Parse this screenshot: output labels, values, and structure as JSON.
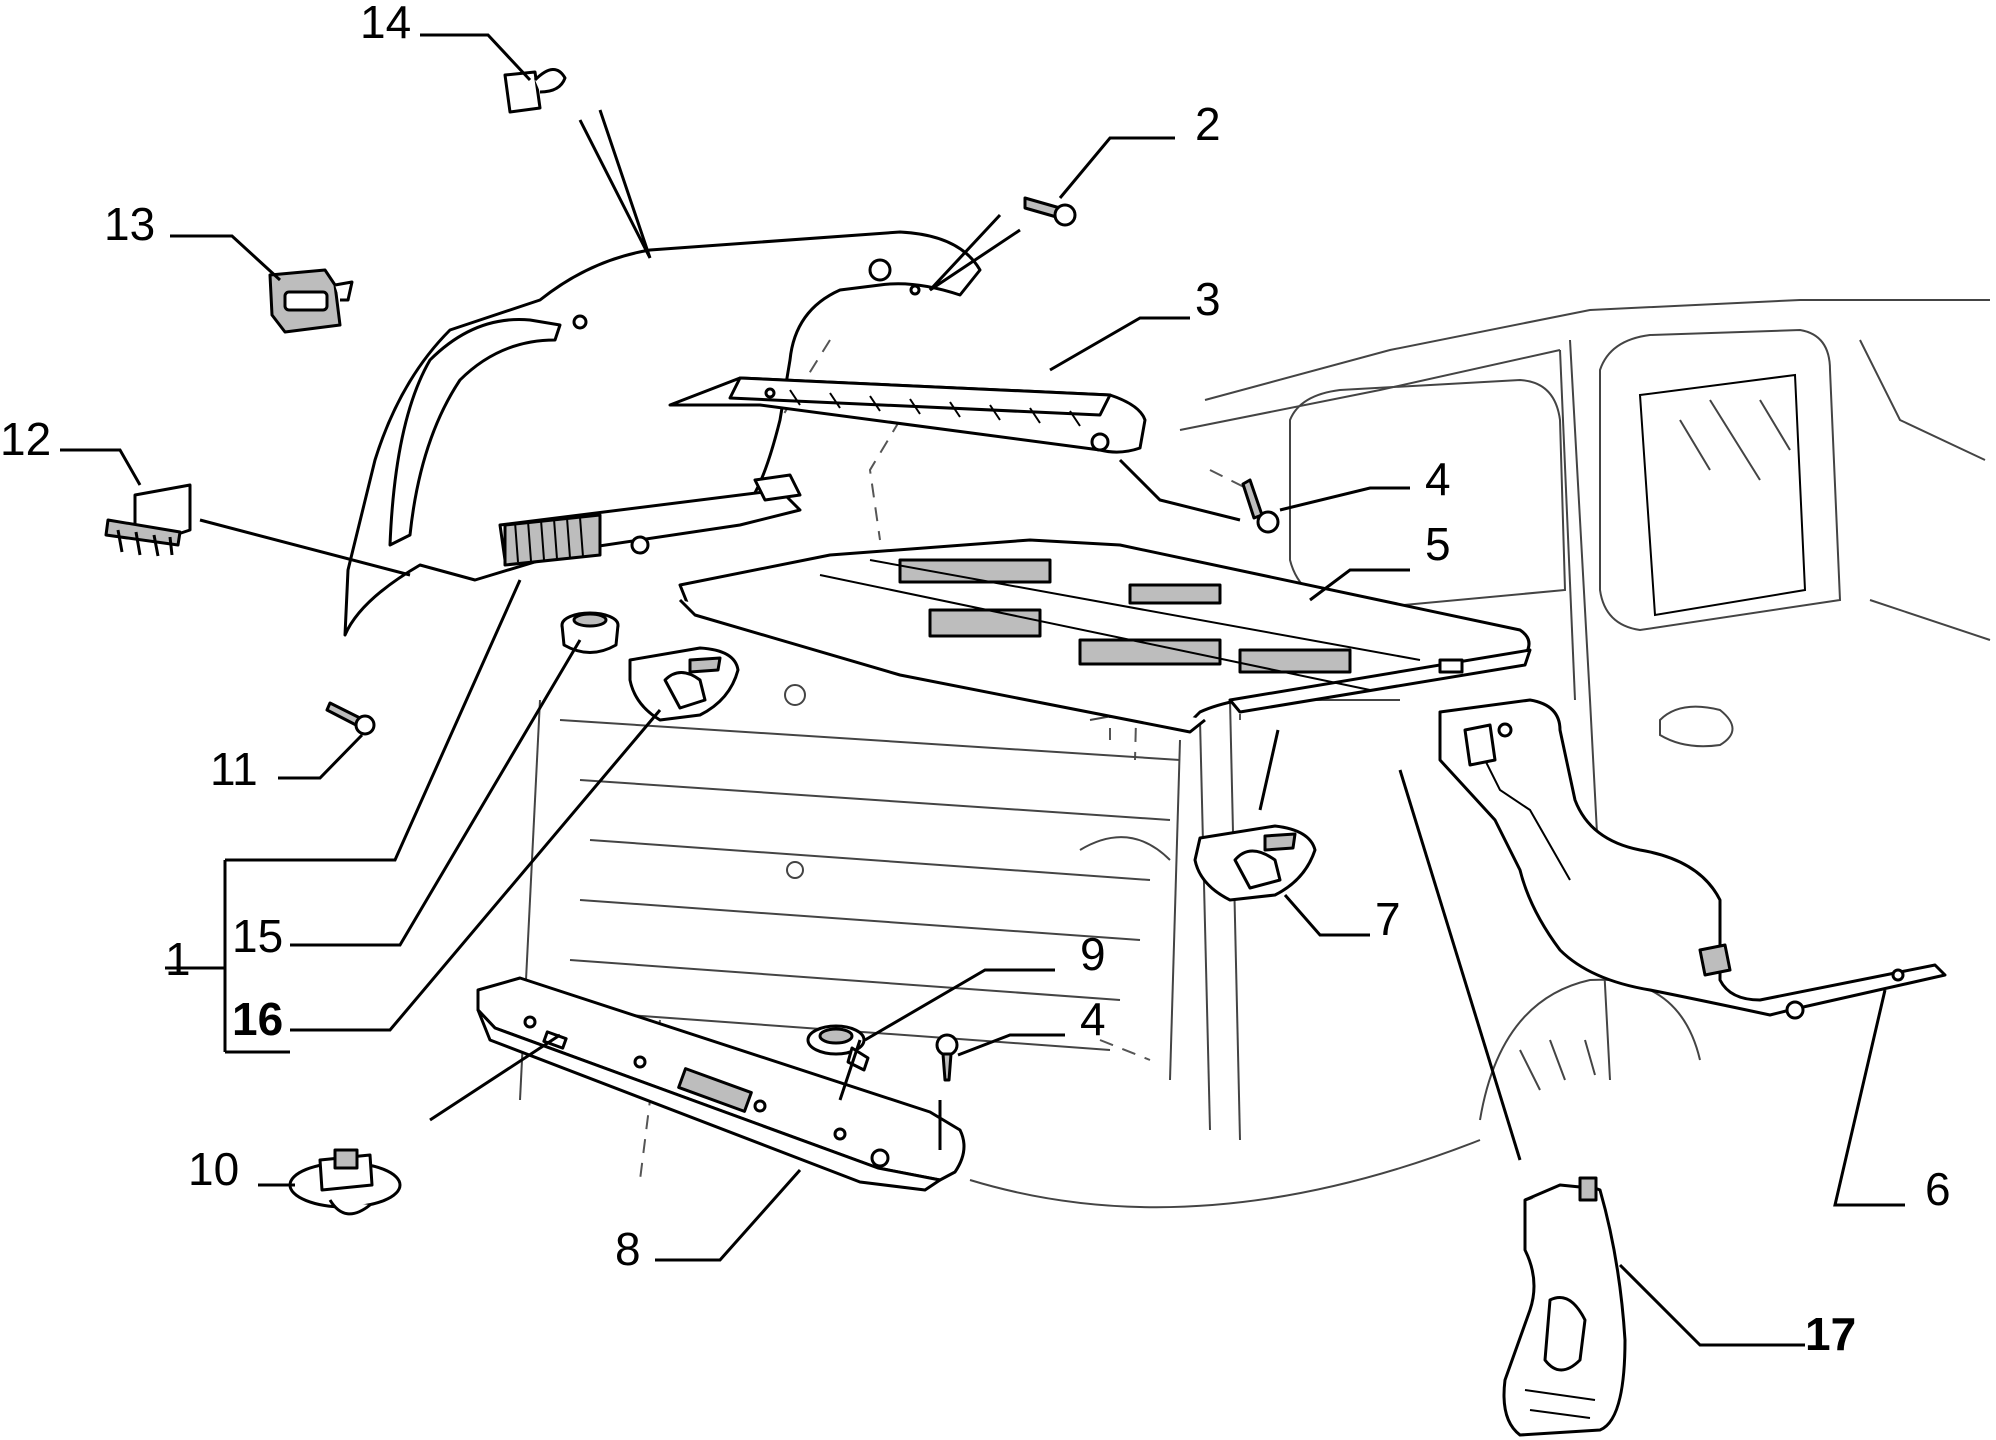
{
  "callouts": [
    {
      "id": "p1",
      "label": "1",
      "bold": false
    },
    {
      "id": "p2",
      "label": "2",
      "bold": false
    },
    {
      "id": "p3",
      "label": "3",
      "bold": false
    },
    {
      "id": "p4a",
      "label": "4",
      "bold": false
    },
    {
      "id": "p4b",
      "label": "4",
      "bold": false
    },
    {
      "id": "p5",
      "label": "5",
      "bold": false
    },
    {
      "id": "p6",
      "label": "6",
      "bold": false
    },
    {
      "id": "p7",
      "label": "7",
      "bold": false
    },
    {
      "id": "p8",
      "label": "8",
      "bold": false
    },
    {
      "id": "p9",
      "label": "9",
      "bold": false
    },
    {
      "id": "p10",
      "label": "10",
      "bold": false
    },
    {
      "id": "p11",
      "label": "11",
      "bold": false
    },
    {
      "id": "p12",
      "label": "12",
      "bold": false
    },
    {
      "id": "p13",
      "label": "13",
      "bold": false
    },
    {
      "id": "p14",
      "label": "14",
      "bold": false
    },
    {
      "id": "p15",
      "label": "15",
      "bold": false
    },
    {
      "id": "p16",
      "label": "16",
      "bold": true
    },
    {
      "id": "p17",
      "label": "17",
      "bold": true
    }
  ]
}
